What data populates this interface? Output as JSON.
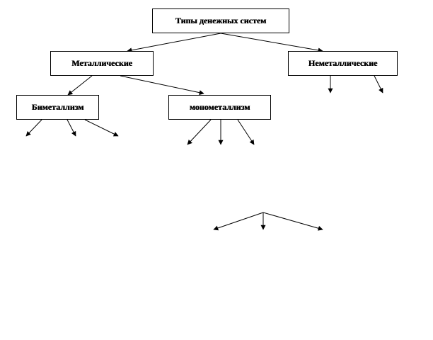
{
  "diagram": {
    "nodes": [
      {
        "id": "root",
        "label": "Типы денежных систем"
      },
      {
        "id": "metal",
        "label": "Металлические"
      },
      {
        "id": "nonm",
        "label": "Неметаллические"
      },
      {
        "id": "bimet",
        "label": "Биметаллизм"
      },
      {
        "id": "monom",
        "label": "монометаллизм"
      }
    ],
    "edges": [
      {
        "from": "root",
        "to": "metal"
      },
      {
        "from": "root",
        "to": "nonm"
      },
      {
        "from": "metal",
        "to": "bimet"
      },
      {
        "from": "metal",
        "to": "monom"
      },
      {
        "from": "bimet",
        "to": "unlabeled-1"
      },
      {
        "from": "bimet",
        "to": "unlabeled-2"
      },
      {
        "from": "bimet",
        "to": "unlabeled-3"
      },
      {
        "from": "monom",
        "to": "unlabeled-4"
      },
      {
        "from": "monom",
        "to": "unlabeled-5"
      },
      {
        "from": "monom",
        "to": "unlabeled-6"
      },
      {
        "from": "nonm",
        "to": "unlabeled-7"
      },
      {
        "from": "nonm",
        "to": "unlabeled-8"
      },
      {
        "from": "unlabeled-fork",
        "to": "unlabeled-9"
      },
      {
        "from": "unlabeled-fork",
        "to": "unlabeled-10"
      },
      {
        "from": "unlabeled-fork",
        "to": "unlabeled-11"
      }
    ]
  }
}
